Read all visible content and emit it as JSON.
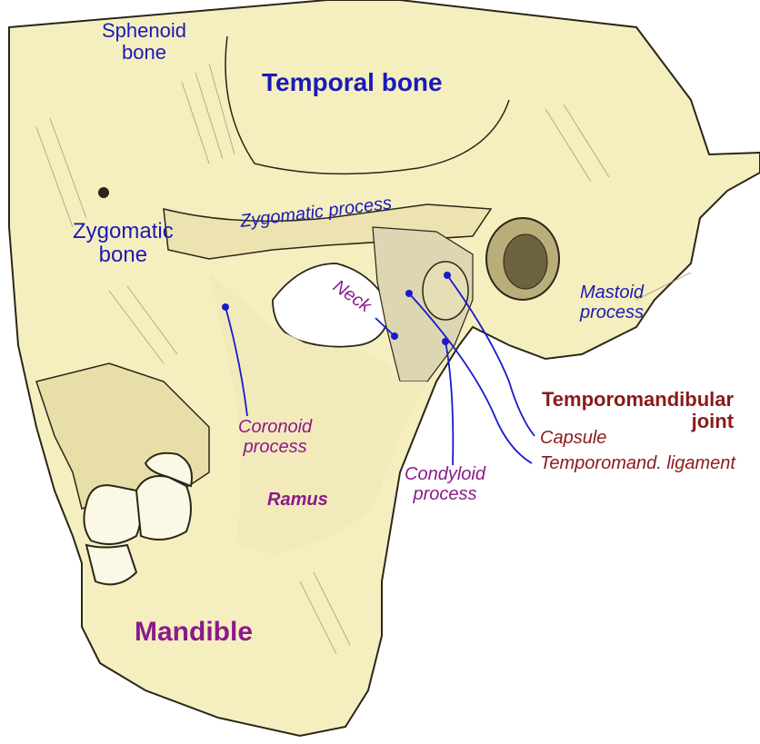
{
  "colors": {
    "bone_fill": "#f5efc0",
    "bone_shade": "#c9c08c",
    "outline": "#2b2618",
    "blue_label": "#1a1ab8",
    "purple_label": "#8b1a8b",
    "red_label": "#8b1a1a",
    "leader_line": "#1a1acc"
  },
  "labels": {
    "sphenoid_bone": "Sphenoid\nbone",
    "temporal_bone": "Temporal bone",
    "zygomatic_bone": "Zygomatic\nbone",
    "zygomatic_process": "Zygomatic process",
    "mastoid_process": "Mastoid\nprocess",
    "neck": "Neck",
    "coronoid_process": "Coronoid\nprocess",
    "ramus": "Ramus",
    "condyloid_process": "Condyloid\nprocess",
    "mandible": "Mandible",
    "tmj_title": "Temporomandibular\njoint",
    "capsule": "Capsule",
    "temporomand_ligament": "Temporomand. ligament"
  }
}
